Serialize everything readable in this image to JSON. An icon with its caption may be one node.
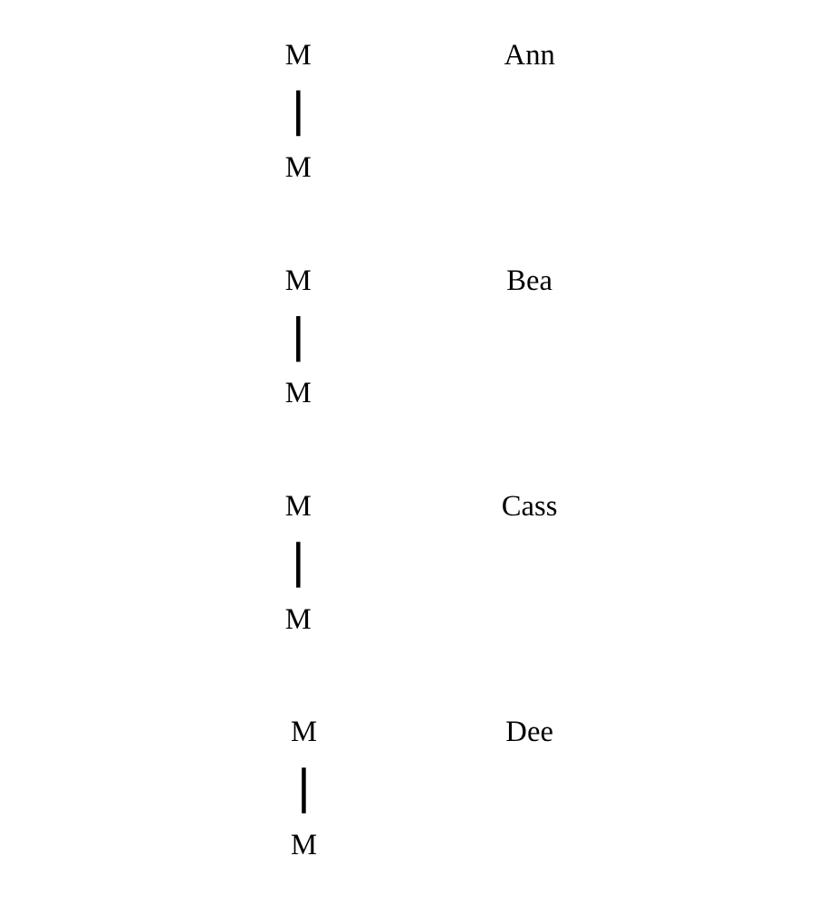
{
  "diagram": {
    "nodes": [
      {
        "text": [
          "M"
        ]
      },
      {
        "text": [
          "M"
        ]
      },
      {
        "text": [
          "M"
        ]
      },
      {
        "text": [
          "M"
        ]
      },
      {
        "text": [
          "M"
        ]
      },
      {
        "text": [
          "M"
        ]
      },
      {
        "text": [
          "M"
        ]
      },
      {
        "text": [
          "M"
        ]
      }
    ],
    "edges": [
      {
        "from": 0,
        "to": 1,
        "arrow": "none"
      },
      {
        "from": 2,
        "to": 3,
        "arrow": "none"
      },
      {
        "from": 4,
        "to": 5,
        "arrow": "none"
      },
      {
        "from": 6,
        "to": 7,
        "arrow": "none"
      }
    ],
    "labels": [
      "Ann",
      "Bea",
      "Cass",
      "Dee"
    ]
  }
}
